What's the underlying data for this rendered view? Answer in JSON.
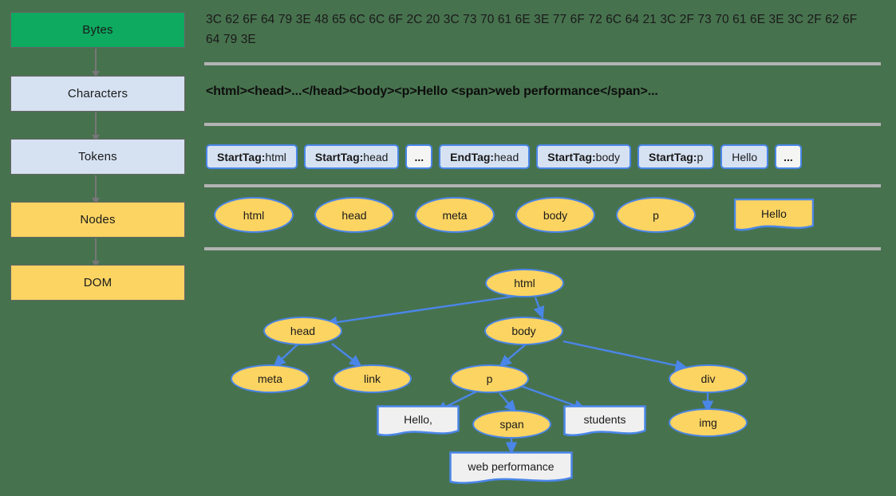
{
  "background_color": "#47724e",
  "accent_colors": {
    "bytes_green": "#0daa5f",
    "light_blue": "#d6e2f2",
    "yellow": "#fcd462",
    "node_border_blue": "#4a86e8",
    "box_border_gray": "#666666",
    "divider_gray": "#b3b3b3",
    "text_node_gray": "#f0f0f0"
  },
  "pipeline": {
    "stages": [
      {
        "label": "Bytes"
      },
      {
        "label": "Characters"
      },
      {
        "label": "Tokens"
      },
      {
        "label": "Nodes"
      },
      {
        "label": "DOM"
      }
    ]
  },
  "bytes_row": {
    "text": "3C 62 6F 64 79 3E 48 65 6C 6C 6F 2C 20 3C 73 70 61 6E 3E 77 6F 72 6C 64 21 3C 2F 73 70 61 6E 3E 3C 2F 62 6F 64 79 3E"
  },
  "characters_row": {
    "text": "<html><head>...</head><body><p>Hello <span>web performance</span>..."
  },
  "tokens_row": {
    "tokens": [
      {
        "kind": "StartTag:",
        "value": " html",
        "style": "tag"
      },
      {
        "kind": "StartTag:",
        "value": " head",
        "style": "tag"
      },
      {
        "kind": "",
        "value": "...",
        "style": "ellipsis"
      },
      {
        "kind": "EndTag:",
        "value": " head",
        "style": "tag"
      },
      {
        "kind": "StartTag:",
        "value": " body",
        "style": "tag"
      },
      {
        "kind": "StartTag:",
        "value": " p",
        "style": "tag"
      },
      {
        "kind": "",
        "value": "Hello",
        "style": "plain"
      },
      {
        "kind": "",
        "value": "...",
        "style": "ellipsis"
      }
    ]
  },
  "nodes_row": {
    "nodes": [
      {
        "label": "html",
        "shape": "ellipse"
      },
      {
        "label": "head",
        "shape": "ellipse"
      },
      {
        "label": "meta",
        "shape": "ellipse"
      },
      {
        "label": "body",
        "shape": "ellipse"
      },
      {
        "label": "p",
        "shape": "ellipse"
      },
      {
        "label": "Hello",
        "shape": "document"
      }
    ]
  },
  "dom_tree": {
    "nodes": [
      {
        "id": "html",
        "label": "html",
        "shape": "ellipse"
      },
      {
        "id": "head",
        "label": "head",
        "shape": "ellipse"
      },
      {
        "id": "body",
        "label": "body",
        "shape": "ellipse"
      },
      {
        "id": "meta",
        "label": "meta",
        "shape": "ellipse"
      },
      {
        "id": "link",
        "label": "link",
        "shape": "ellipse"
      },
      {
        "id": "p",
        "label": "p",
        "shape": "ellipse"
      },
      {
        "id": "div",
        "label": "div",
        "shape": "ellipse"
      },
      {
        "id": "hello",
        "label": "Hello,",
        "shape": "document"
      },
      {
        "id": "span",
        "label": "span",
        "shape": "ellipse"
      },
      {
        "id": "students",
        "label": "students",
        "shape": "document"
      },
      {
        "id": "img",
        "label": "img",
        "shape": "ellipse"
      },
      {
        "id": "webperf",
        "label": "web performance",
        "shape": "document"
      }
    ],
    "edges": [
      {
        "from": "html",
        "to": "head"
      },
      {
        "from": "html",
        "to": "body"
      },
      {
        "from": "head",
        "to": "meta"
      },
      {
        "from": "head",
        "to": "link"
      },
      {
        "from": "body",
        "to": "p"
      },
      {
        "from": "body",
        "to": "div"
      },
      {
        "from": "p",
        "to": "hello"
      },
      {
        "from": "p",
        "to": "span"
      },
      {
        "from": "p",
        "to": "students"
      },
      {
        "from": "div",
        "to": "img"
      },
      {
        "from": "span",
        "to": "webperf"
      }
    ]
  }
}
